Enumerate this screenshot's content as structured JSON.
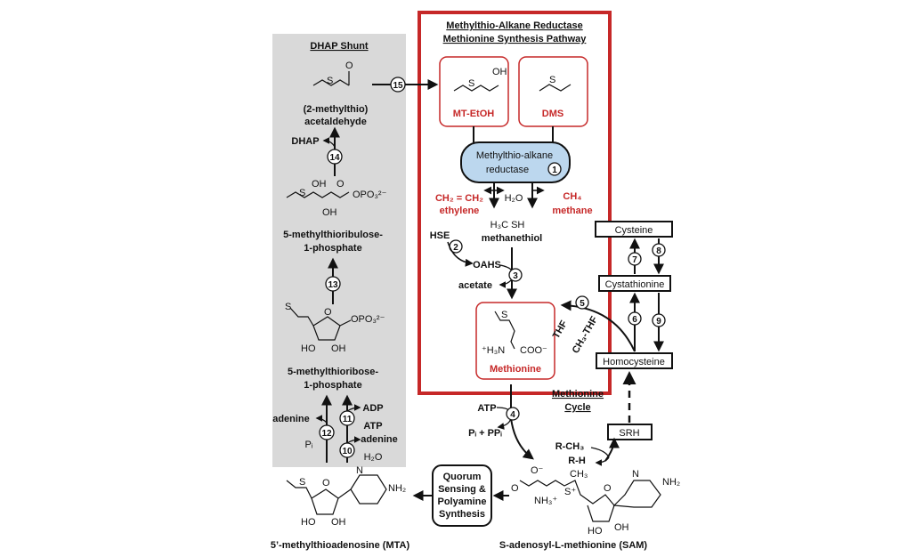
{
  "titles": {
    "pathway_line1": "Methylthio-Alkane Reductase",
    "pathway_line2": "Methionine Synthesis Pathway",
    "dhap_shunt": "DHAP Shunt",
    "cycle_line1": "Methionine",
    "cycle_line2": "Cycle"
  },
  "molecules": {
    "aldehyde_line1": "(2-methylthio)",
    "aldehyde_line2": "acetaldehyde",
    "ribulose_line1": "5-methylthioribulose-",
    "ribulose_line2": "1-phosphate",
    "ribose_line1": "5-methylthioribose-",
    "ribose_line2": "1-phosphate",
    "mta": "5’-methylthioadenosine (MTA)",
    "sam": "S-adenosyl-L-methionine (SAM)",
    "mt_etoh": "MT-EtOH",
    "dms": "DMS",
    "methionine": "Methionine",
    "enzyme_line1": "Methylthio-alkane",
    "enzyme_line2": "reductase",
    "ethylene_formula": "CH₂ = CH₂",
    "ethylene": "ethylene",
    "methane_formula": "CH₄",
    "methane": "methane",
    "water": "H₂O",
    "methanethiol_formula": "H₃C  SH",
    "methanethiol": "methanethiol",
    "hse": "HSE",
    "oahs": "OAHS",
    "acetate": "acetate",
    "thf": "THF",
    "ch3_thf": "CH₃-THF",
    "cysteine": "Cysteine",
    "cystathionine": "Cystathionine",
    "homocysteine": "Homocysteine",
    "srh": "SRH",
    "r_ch3": "R-CH₃",
    "r_h": "R-H",
    "atp": "ATP",
    "pi_ppi": "Pᵢ + PPᵢ",
    "dhap": "DHAP",
    "adenine": "adenine",
    "adp": "ADP",
    "atp2": "ATP",
    "adenine2": "adenine",
    "pi": "Pᵢ",
    "h2o": "H₂O",
    "qs_line1": "Quorum",
    "qs_line2": "Sensing &",
    "qs_line3": "Polyamine",
    "qs_line4": "Synthesis",
    "oh": "OH",
    "nh2": "NH₂",
    "ho": "HO",
    "o": "O",
    "s": "S",
    "opo3": "OPO₃²⁻",
    "coo": "COO⁻",
    "h3n": "⁺H₃N",
    "nh3": "NH₃⁺",
    "ch3": "CH₃",
    "o_minus": "O⁻",
    "splus": "S⁺",
    "n": "N"
  },
  "steps": [
    "1",
    "2",
    "3",
    "4",
    "5",
    "6",
    "7",
    "8",
    "9",
    "10",
    "11",
    "12",
    "13",
    "14",
    "15"
  ],
  "colors": {
    "pathway_border": "#c62828",
    "dhap_bg": "#d9d9d9",
    "enzyme_fill": "#bcd7ee",
    "text_red": "#c62828"
  }
}
